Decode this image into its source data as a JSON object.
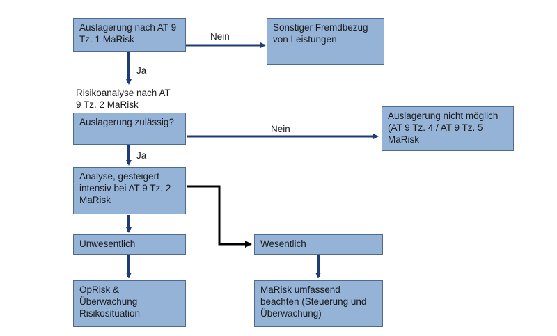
{
  "boxes": {
    "outsourcing_check": "Auslagerung nach AT 9 Tz. 1 MaRisk",
    "other_procurement": "Sonstiger Fremdbezug von Leistungen",
    "permissible": "Auslagerung zulässig?",
    "not_possible": "Auslagerung nicht möglich (AT 9 Tz. 4 / AT 9 Tz. 5 MaRisk",
    "analysis": "Analyse, gesteigert intensiv bei AT 9 Tz. 2 MaRisk",
    "insignificant": "Unwesentlich",
    "significant": "Wesentlich",
    "oprisk": "OpRisk & Überwachung Risikosituation",
    "marisk_full": "MaRisk umfassend beachten (Steuerung und Überwachung)"
  },
  "labels": {
    "no_1": "Nein",
    "yes_1": "Ja",
    "risk_analysis": "Risikoanalyse nach AT 9 Tz. 2 MaRisk",
    "no_2": "Nein",
    "yes_2": "Ja"
  },
  "colors": {
    "box_fill": "#95b3d7",
    "box_border": "#4f6a8f",
    "arrow_blue": "#1f3b73",
    "arrow_black": "#000000"
  }
}
